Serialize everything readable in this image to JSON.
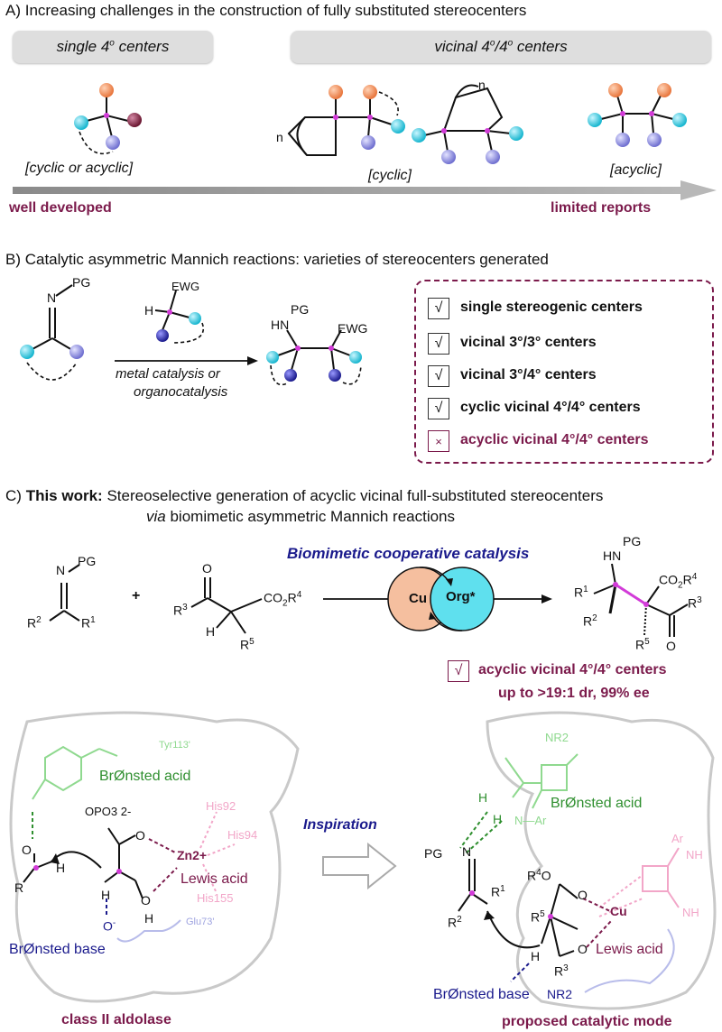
{
  "section_a": {
    "header": "A) Increasing challenges in the construction of fully substituted stereocenters",
    "pill_single": "single 4° centers",
    "pill_vicinal": "vicinal 4°/4° centers",
    "label_cyclic_or_acyclic": "[cyclic or acyclic]",
    "label_cyclic": "[cyclic]",
    "label_acyclic": "[acyclic]",
    "ring_n_left": "n",
    "ring_n_mid": "n",
    "arrow_left": "well developed",
    "arrow_right": "limited reports"
  },
  "section_b": {
    "header": "B) Catalytic asymmetric Mannich reactions: varieties of stereocenters generated",
    "imine_n": "N",
    "imine_pg": "PG",
    "nuc_h": "H",
    "nuc_ewg": "EWG",
    "conditions_line1": "metal catalysis or",
    "conditions_line2": "organocatalysis",
    "product_hn": "HN",
    "product_pg": "PG",
    "product_ewg": "EWG",
    "checklist": [
      {
        "mark": "√",
        "text": "single stereogenic centers",
        "status": "yes"
      },
      {
        "mark": "√",
        "text": "vicinal 3°/3° centers",
        "status": "yes"
      },
      {
        "mark": "√",
        "text": "vicinal 3°/4° centers",
        "status": "yes"
      },
      {
        "mark": "√",
        "text": "cyclic vicinal 4°/4° centers",
        "status": "yes"
      },
      {
        "mark": "×",
        "text": "acyclic vicinal 4°/4° centers",
        "status": "no"
      }
    ]
  },
  "section_c": {
    "header_prefix": "C)",
    "header_bold": "This work:",
    "header_rest": "Stereoselective generation of acyclic vicinal full-substituted stereocenters",
    "header_via": "via",
    "header_line2": "biomimetic asymmetric Mannich reactions",
    "catalysis_title": "Biomimetic cooperative catalysis",
    "cu_label": "Cu",
    "org_label": "Org*",
    "plus": "+",
    "result_mark": "√",
    "result_line1": "acyclic vicinal 4°/4° centers",
    "result_line2": "up to >19:1 dr, 99% ee"
  },
  "bottom": {
    "left_title": "class II aldolase",
    "right_title": "proposed catalytic mode",
    "inspiration": "Inspiration",
    "left": {
      "tyr": "Tyr113'",
      "bronsted_acid": "BrØnsted acid",
      "opo3": "OPO3 2-",
      "zn": "Zn2+",
      "lewis_acid": "Lewis acid",
      "his92": "His92",
      "his94": "His94",
      "his155": "His155",
      "glu": "Glu73'",
      "bronsted_base": "BrØnsted base"
    },
    "right": {
      "nr2_top": "NR2",
      "bronsted_acid": "BrØnsted acid",
      "ar_n": "N—Ar",
      "ar": "Ar",
      "nh": "NH",
      "cu": "Cu",
      "lewis_acid": "Lewis acid",
      "bronsted_base": "BrØnsted base",
      "nr2_base": "NR2"
    }
  },
  "colors": {
    "maroon": "#7b1a4b",
    "navy": "#1a1a8c",
    "orange_ball": "#f08c5a",
    "cyan_ball": "#3ad6e8",
    "violet_ball": "#8c8ce0",
    "magenta_center": "#d23bd8",
    "bronsted_green": "#2f8f2f",
    "lewis_pink": "#f2a6c8"
  }
}
